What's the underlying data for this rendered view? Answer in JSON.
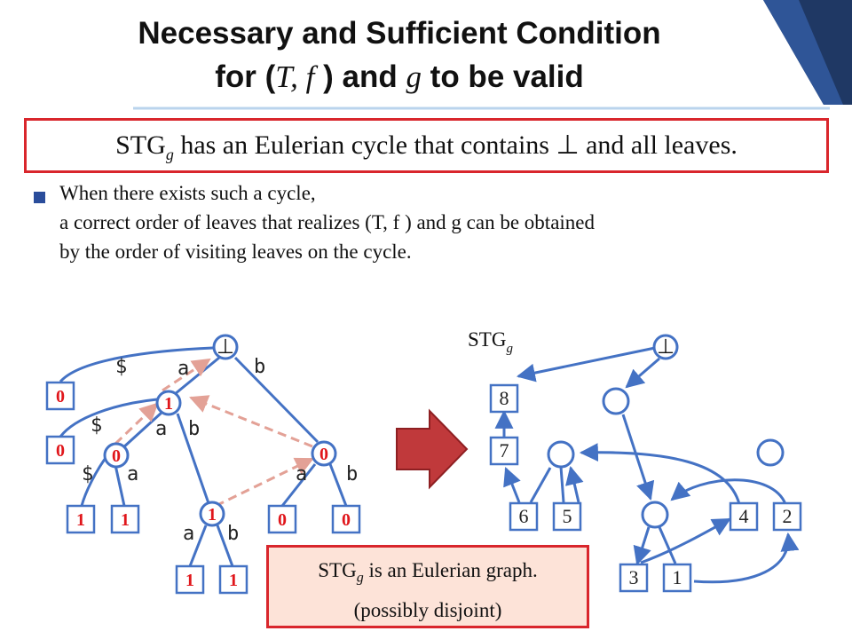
{
  "title": {
    "line1": "Necessary and Sufficient Condition",
    "line2_prefix": "for (",
    "line2_T": "T",
    "line2_comma": ", ",
    "line2_f": "f",
    "line2_mid": " ) and ",
    "line2_g": "g",
    "line2_suffix": " to be valid"
  },
  "condition": {
    "prefix": "STG",
    "sub": "g",
    "rest": " has an Eulerian cycle that contains ⊥ and all leaves."
  },
  "bullet_lines": [
    "When there exists such a cycle,",
    "a correct order of leaves that realizes (T, f ) and g can be obtained",
    "by the order of visiting leaves on the cycle."
  ],
  "tree": {
    "root_symbol": "⊥",
    "node_values": {
      "n1": "1",
      "n2": "0",
      "n3": "1",
      "n4": "0"
    },
    "boxes": {
      "dollar_top": "0",
      "dollar_mid": "0",
      "leaf_ll": "1",
      "leaf_lr": "1",
      "leaf_rl": "0",
      "leaf_rr": "0",
      "leaf_bl": "1",
      "leaf_br": "1"
    },
    "edge_labels": {
      "root_dollar": "$",
      "root_a": "a",
      "root_b": "b",
      "n1_dollar": "$",
      "n1_a": "a",
      "n1_b": "b",
      "n2_dollar": "$",
      "n2_a": "a",
      "n4_a": "a",
      "n4_b": "b",
      "n3_a": "a",
      "n3_b": "b"
    }
  },
  "stg": {
    "label": "STG",
    "label_sub": "g",
    "root_symbol": "⊥",
    "boxes": {
      "b8": "8",
      "b7": "7",
      "b6": "6",
      "b5": "5",
      "b4": "4",
      "b2": "2",
      "b3": "3",
      "b1": "1"
    }
  },
  "note": {
    "line1_prefix": "STG",
    "line1_sub": "g",
    "line1_rest": " is an Eulerian graph.",
    "line2": "(possibly disjoint)"
  },
  "colors": {
    "accent_red": "#d9262c",
    "tree_blue": "#4472c4",
    "dashed_pink": "#e3a196",
    "arrow_red": "#c0393b",
    "note_bg": "#fde3d8"
  }
}
